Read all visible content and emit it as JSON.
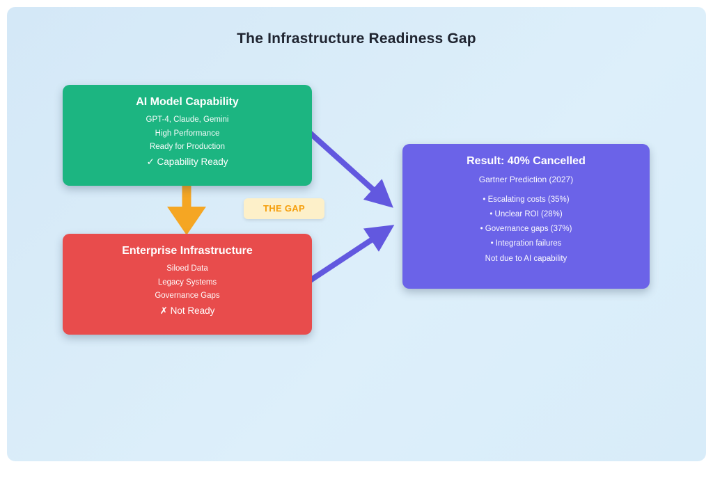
{
  "title": "The Infrastructure Readiness Gap",
  "capability_box": {
    "title": "AI Model Capability",
    "lines": [
      "GPT-4, Claude, Gemini",
      "High Performance",
      "Ready for Production"
    ],
    "status": "✓ Capability Ready"
  },
  "gap_badge": {
    "label": "THE GAP"
  },
  "infrastructure_box": {
    "title": "Enterprise Infrastructure",
    "lines": [
      "Siloed Data",
      "Legacy Systems",
      "Governance Gaps"
    ],
    "status": "✗ Not Ready"
  },
  "result_box": {
    "title": "Result: 40% Cancelled",
    "subtitle": "Gartner Prediction (2027)",
    "bullets": [
      "• Escalating costs (35%)",
      "• Unclear ROI (28%)",
      "• Governance gaps (37%)",
      "• Integration failures"
    ],
    "footer": "Not due to AI capability"
  },
  "colors": {
    "panel_background": "#d8eaf7",
    "capability_green": "#1cb581",
    "infrastructure_red": "#e84c4c",
    "result_purple": "#6b63e8",
    "gap_arrow_orange": "#f5a623",
    "gap_badge_background": "#fdf0c9",
    "gap_badge_text": "#f59e0b",
    "connector_purple": "#6258df",
    "title_text": "#1f2430"
  }
}
